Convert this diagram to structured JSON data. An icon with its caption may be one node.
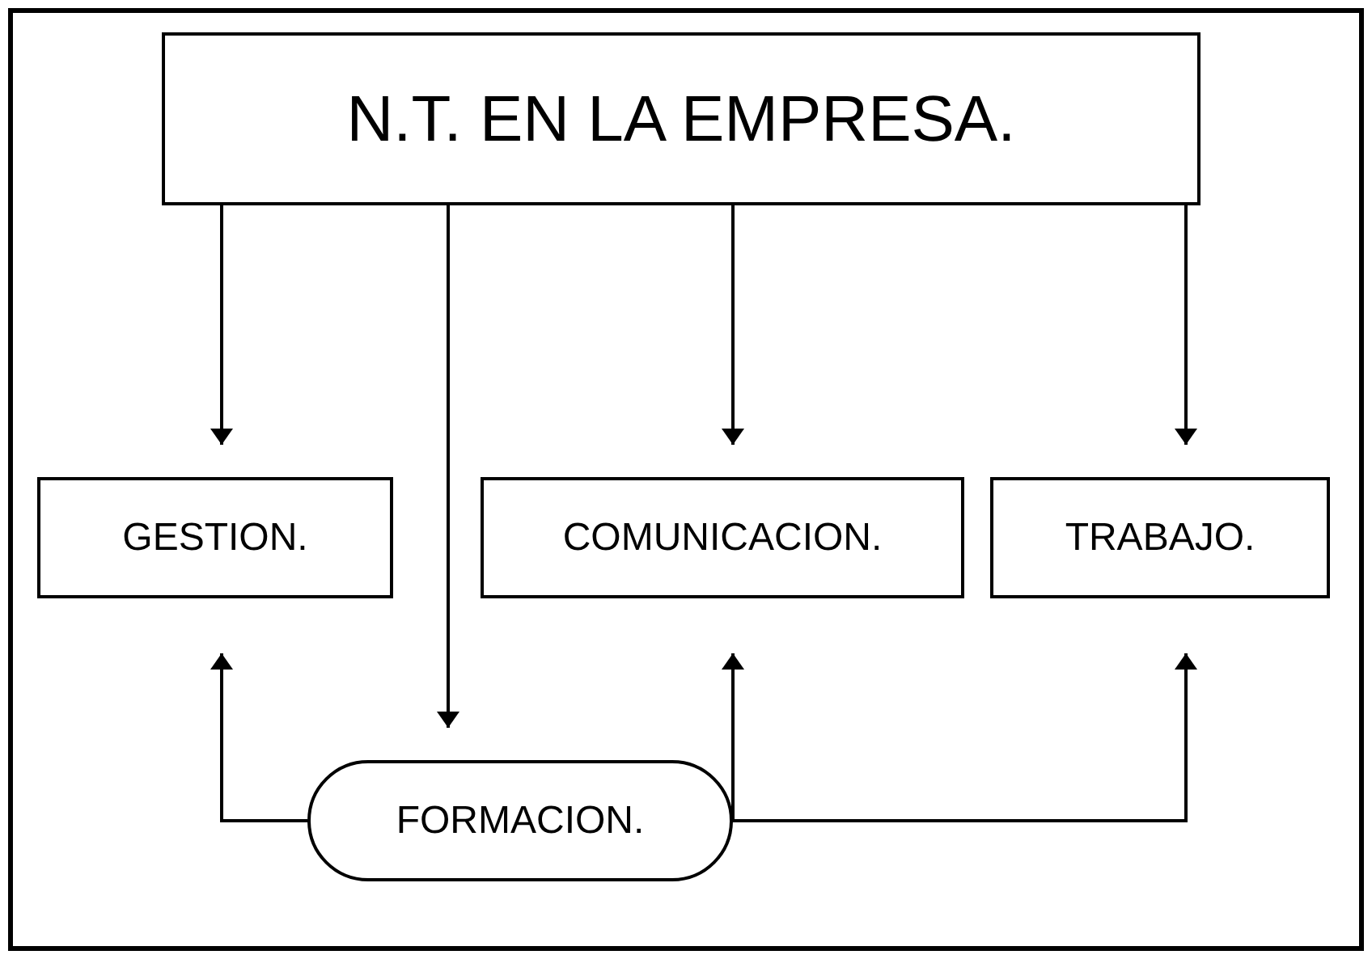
{
  "diagram": {
    "nodes": [
      {
        "text": [
          "N.T. EN LA EMPRESA."
        ]
      },
      {
        "text": [
          "GESTION."
        ]
      },
      {
        "text": [
          "COMUNICACION."
        ]
      },
      {
        "text": [
          "TRABAJO."
        ]
      },
      {
        "text": [
          "FORMACION."
        ]
      }
    ],
    "edges": [
      {
        "from": 0,
        "to": 1,
        "arrow": "to"
      },
      {
        "from": 0,
        "to": 4,
        "arrow": "to"
      },
      {
        "from": 0,
        "to": 2,
        "arrow": "to"
      },
      {
        "from": 0,
        "to": 3,
        "arrow": "to"
      },
      {
        "from": 4,
        "to": 1,
        "arrow": "to"
      },
      {
        "from": 4,
        "to": 2,
        "arrow": "to"
      },
      {
        "from": 4,
        "to": 3,
        "arrow": "to"
      }
    ]
  }
}
